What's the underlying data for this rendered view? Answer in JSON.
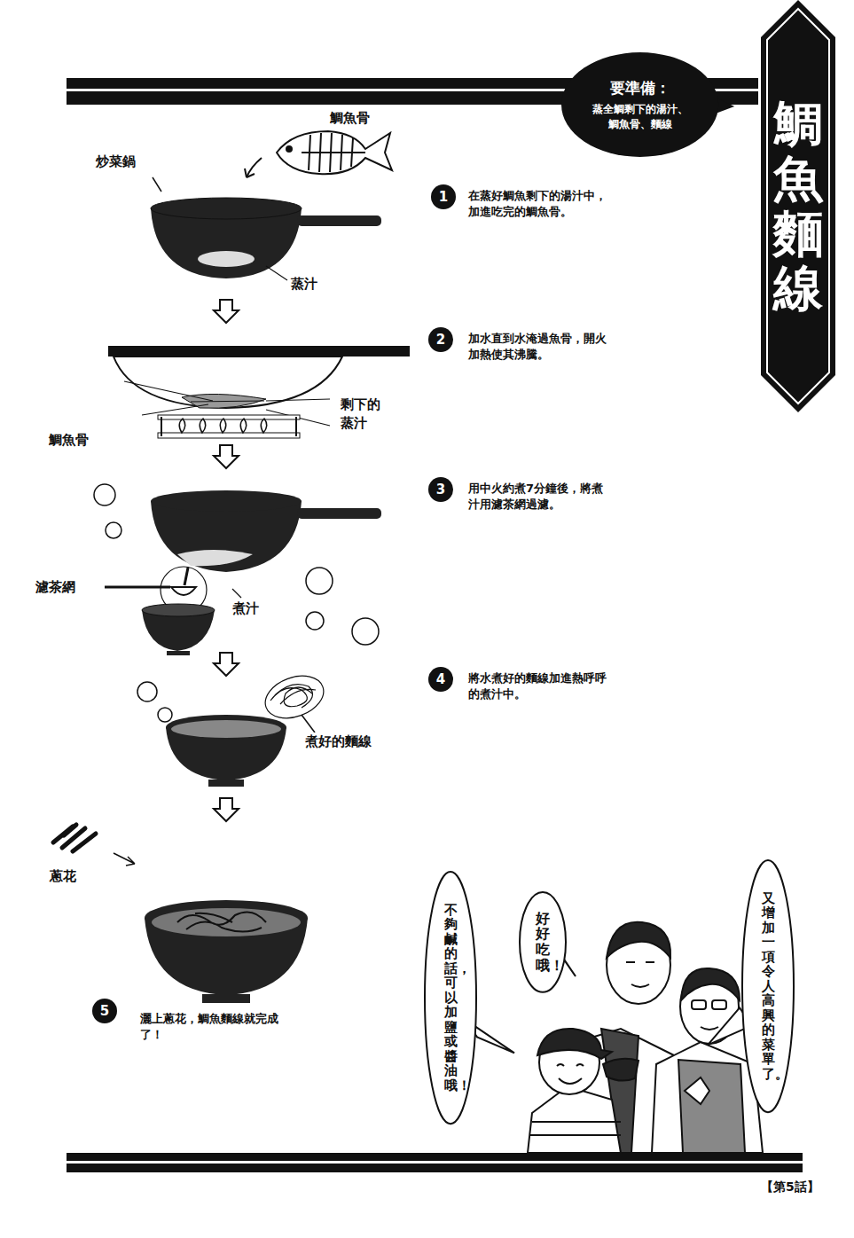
{
  "diagram": {
    "nodes": [
      {
        "text": [
          "鯛魚麵線"
        ]
      },
      {
        "text": [
          "要準備：",
          "蒸全鯛剩下的湯汁、鯛魚骨、麵線"
        ]
      },
      {
        "text": [
          "1"
        ]
      },
      {
        "text": [
          "2"
        ]
      },
      {
        "text": [
          "3"
        ]
      },
      {
        "text": [
          "4"
        ]
      },
      {
        "text": [
          "5"
        ]
      },
      {
        "text": [
          "好好吃哦！"
        ]
      },
      {
        "text": [
          "不夠鹹的話，可以加鹽或醬油哦！"
        ]
      },
      {
        "text": [
          "又增加一項令人高興的菜單了。"
        ]
      }
    ],
    "labels": [
      "在蒸好鯛魚剩下的湯汁中，加進吃完的鯛魚骨。",
      "加水直到水淹過魚骨，開火加熱使其沸騰。",
      "用中火約煮7分鐘後，將煮汁用濾茶網過濾。",
      "將水煮好的麵線加進熱呼呼的煮汁中。",
      "灑上蔥花，鯛魚麵線就完成了！",
      "鯛魚骨",
      "炒菜鍋",
      "蒸汁",
      "剩下的蒸汁",
      "鯛魚骨",
      "濾茶網",
      "煮汁",
      "煮好的麵線",
      "蔥花",
      "【第5話】"
    ]
  }
}
